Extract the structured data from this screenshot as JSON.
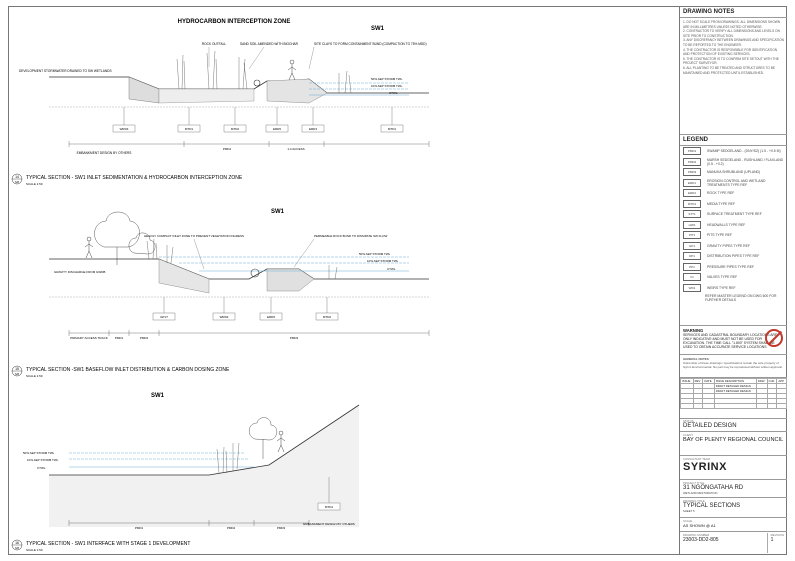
{
  "sections": [
    {
      "id": "14",
      "ref": "S/8",
      "zone_title": "HYDROCARBON INTERCEPTION ZONE",
      "cell": "SW1",
      "caption": "TYPICAL SECTION - SW1 INLET SEDIMENTATION & HYDROCARBON  INTERCEPTION ZONE",
      "scale": "SCALE 1:50",
      "callouts": [
        "ROCK OUTFALL",
        "SAND SOIL AMENDED WITH BIOCHAR",
        "SITE CLAYS TO FORM CONTAINMENT BUND (COMPACTION TO 75% MDD)",
        "DEVELOPMENT STORMWATER DRAINED TO SW WETLANDS",
        "EMBANKMENT DESIGN BY OTHERS"
      ],
      "levels": [
        "50% AEP STORM TWL",
        "10% AEP STORM TWL",
        "CTWL"
      ],
      "tags": [
        "WRD4",
        "MTD1",
        "MTD2",
        "ERD5",
        "ERD3",
        "MTD1"
      ],
      "zones": [
        "PMD1",
        "1:4 ACCESS"
      ]
    },
    {
      "id": "15",
      "ref": "S/8",
      "cell": "SW1",
      "caption": "TYPICAL SECTION -SW1 BASEFLOW INLET DISTRIBUTION & CARBON DOSING ZONE",
      "scale": "SCALE 1:50",
      "callouts": [
        "HEAVILY COMPACT INLET ZONE TO PREVENT VEGETATION INGRESS",
        "PERMEABLE ROCK BUND TO DISSIPATE SW FLOW",
        "GRAVITY DISCHARGE FROM GWDB"
      ],
      "levels": [
        "50% AEP STORM TWL",
        "10% AEP STORM TWL",
        "CTWL"
      ],
      "tags": [
        "GP1T",
        "WRD4",
        "ERD5",
        "MTD2"
      ],
      "zones": [
        "PRIMARY ACCESS TRACK",
        "PMD1",
        "PMD2",
        "PMD3"
      ]
    },
    {
      "id": "16",
      "ref": "S/8",
      "cell": "SW1",
      "caption": "TYPICAL SECTION - SW1 INTERFACE WITH STAGE 1 DEVELOPMENT",
      "scale": "SCALE 1:50",
      "callouts": [
        "EMBANKMENT DESIGN BY OTHERS"
      ],
      "levels": [
        "50% AEP STORM TWL",
        "10% AEP STORM TWL",
        "CTWL"
      ],
      "tags": [
        "MTD1"
      ],
      "zones": [
        "PMD1",
        "PMD2",
        "PMD3"
      ]
    }
  ],
  "panel": {
    "notes_title": "DRAWING NOTES",
    "notes": [
      "1. DO NOT SCALE FROM DRAWINGS. ALL DIMENSIONS SHOWN ARE IN MILLIMETRES UNLESS NOTED OTHERWISE.",
      "2. CONTRACTOR TO VERIFY ALL DIMENSIONS AND LEVELS ON SITE PRIOR TO CONSTRUCTION.",
      "3. ANY DISCREPANCY BETWEEN DRAWINGS AND SPECIFICATION TO BE REPORTED TO THE ENGINEER.",
      "4. THE CONTRACTOR IS RESPONSIBLE FOR IDENTIFICATION AND PROTECTION OF EXISTING SERVICES.",
      "5. THE CONTRACTOR IS TO CONFIRM SITE SETOUT WITH THE PROJECT SURVEYOR.",
      "6. ALL PLANTING TO BE TREATED AND STRUCTURES TO BE MAINTAINED AND PROTECTED UNTIL ESTABLISHED."
    ],
    "legend_title": "LEGEND",
    "legend": [
      {
        "code": "PMD1",
        "text": "SWAMP SEDGELAND - (DNY/SZ) (1.5 - +0.5 M)"
      },
      {
        "code": "PMD2",
        "text": "MARSH SEDGELAND - RUSHLAND / FLAXLAND (0.5 - +0.2)"
      },
      {
        "code": "PMD3",
        "text": "MANUKA SHRUBLAND (UPLAND)"
      },
      {
        "code": "ERD1",
        "text": "EROSION CONTROL AND WETLAND TREATMENTS TYPE REF"
      },
      {
        "code": "ERD2",
        "text": "ROCK TYPE REF"
      },
      {
        "code": "MTD1",
        "text": "MEDIA TYPE REF"
      },
      {
        "code": "STT1",
        "text": "SURFACE TREATMENT TYPE REF"
      },
      {
        "code": "HW1",
        "text": "HEADWALLS TYPE REF"
      },
      {
        "code": "PIT1",
        "text": "PITS TYPE REF"
      },
      {
        "code": "GP1",
        "text": "GRAVITY PIPES TYPE REF"
      },
      {
        "code": "DP1",
        "text": "DISTRIBUTION PIPES TYPE REF"
      },
      {
        "code": "PP1",
        "text": "PRESSURE PIPES TYPE REF"
      },
      {
        "code": "V1",
        "text": "VALVES TYPE REF"
      },
      {
        "code": "WR1",
        "text": "WEIRS TYPE REF"
      },
      {
        "code": "",
        "text": "REFER MASTER LEGEND ON DWG 600 FOR FURTHER DETAILS"
      }
    ],
    "warning_title": "WARNING",
    "warning": "SERVICES AND CADASTRAL BOUNDARY LOCATIONS ARE ONLY INDICATIVE AND MUST NOT BE USED FOR EXCAVATION. THE TIME CALL \"1.800\" SYSTEM SHALL BE USED TO OBTAIN ACCURATE SERVICE LOCATIONS",
    "general_notes_title": "GENERAL NOTES",
    "general_notes": "Ownership of these drawings / specifications remain the sole property of Syrinx Environmental. No part may be reproduced without written approval.",
    "rev_headers": [
      "ISSUE",
      "REV",
      "DATE",
      "ISSUE DESCRIPTION",
      "DRW",
      "CHK",
      "APP"
    ],
    "rev_rows": [
      [
        "",
        "",
        "",
        "DRAFT DETAILED DESIGN",
        "",
        "",
        ""
      ],
      [
        "",
        "",
        "",
        "DRAFT DETAILED DESIGN",
        "",
        "",
        ""
      ]
    ],
    "status_label": "STATUS",
    "status": "DETAILED DESIGN",
    "client_label": "CLIENT",
    "client": "BAY OF PLENTY REGIONAL COUNCIL",
    "consultant_label": "CONSULTANT TEAM",
    "consultant": "SYRINX",
    "project_label": "PROJECT TITLE",
    "project": "31 NGONGATAHA RD",
    "project_sub": "WETLAND RESTORATION",
    "drawing_label": "DRAWING TITLE",
    "drawing": "TYPICAL SECTIONS",
    "sheet": "SHEET 5",
    "scale_label": "SCALE",
    "scale": "AS SHOWN @ A1",
    "number_label": "DRAWING NUMBER",
    "number": "23003-DD2-805",
    "revision_label": "REVISION",
    "revision": "1"
  }
}
